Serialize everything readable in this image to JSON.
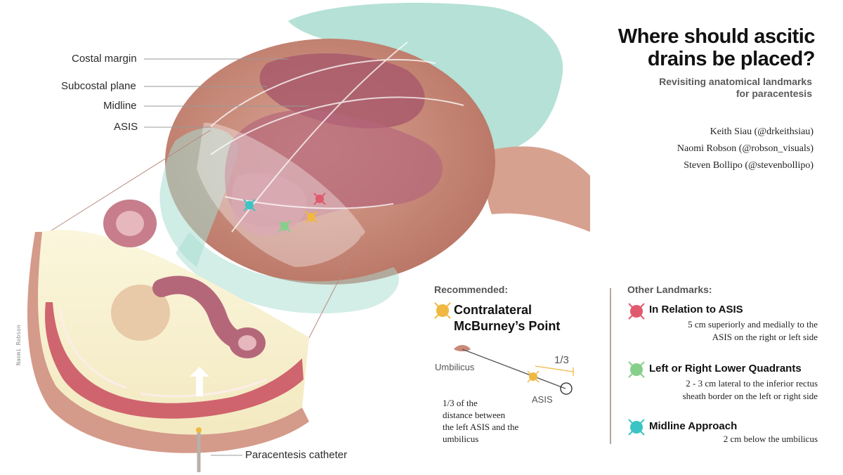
{
  "header": {
    "title_line1": "Where should ascitic",
    "title_line2": "drains be placed?",
    "subtitle_line1": "Revisiting anatomical landmarks",
    "subtitle_line2": "for paracentesis"
  },
  "authors": [
    "Keith Siau (@drkeithsiau)",
    "Naomi Robson (@robson_visuals)",
    "Steven Bollipo (@stevenbollipo)"
  ],
  "labels": {
    "costal_margin": "Costal margin",
    "subcostal_plane": "Subcostal plane",
    "midline": "Midline",
    "asis": "ASIS",
    "catheter": "Paracentesis catheter"
  },
  "recommended": {
    "heading": "Recommended:",
    "title_line1": "Contralateral",
    "title_line2": "McBurney’s Point",
    "umbilicus_label": "Umbilicus",
    "asis_label": "ASIS",
    "fraction_label": "1/3",
    "description_lines": [
      "1/3 of the",
      "distance between",
      "the left ASIS and the",
      "umbilicus"
    ],
    "color": "#f0b840"
  },
  "other": {
    "heading": "Other Landmarks:",
    "items": [
      {
        "title": "In Relation to ASIS",
        "desc_line1": "5 cm superiorly and medially to the",
        "desc_line2": "ASIS on the right or left side",
        "color": "#e05a6e"
      },
      {
        "title": "Left or Right Lower Quadrants",
        "desc_line1": "2 - 3 cm lateral to the inferior rectus",
        "desc_line2": "sheath border on the left or right side",
        "color": "#86cf8a"
      },
      {
        "title": "Midline Approach",
        "desc_line1": "2 cm below the umbilicus",
        "desc_line2": "",
        "color": "#3cc4c4"
      }
    ]
  },
  "colors": {
    "skin": "#c98a7a",
    "drape": "#a8dccf",
    "bowel": "#b5677a",
    "muscle": "#c84c5e"
  },
  "signature": "Naomi Robson"
}
